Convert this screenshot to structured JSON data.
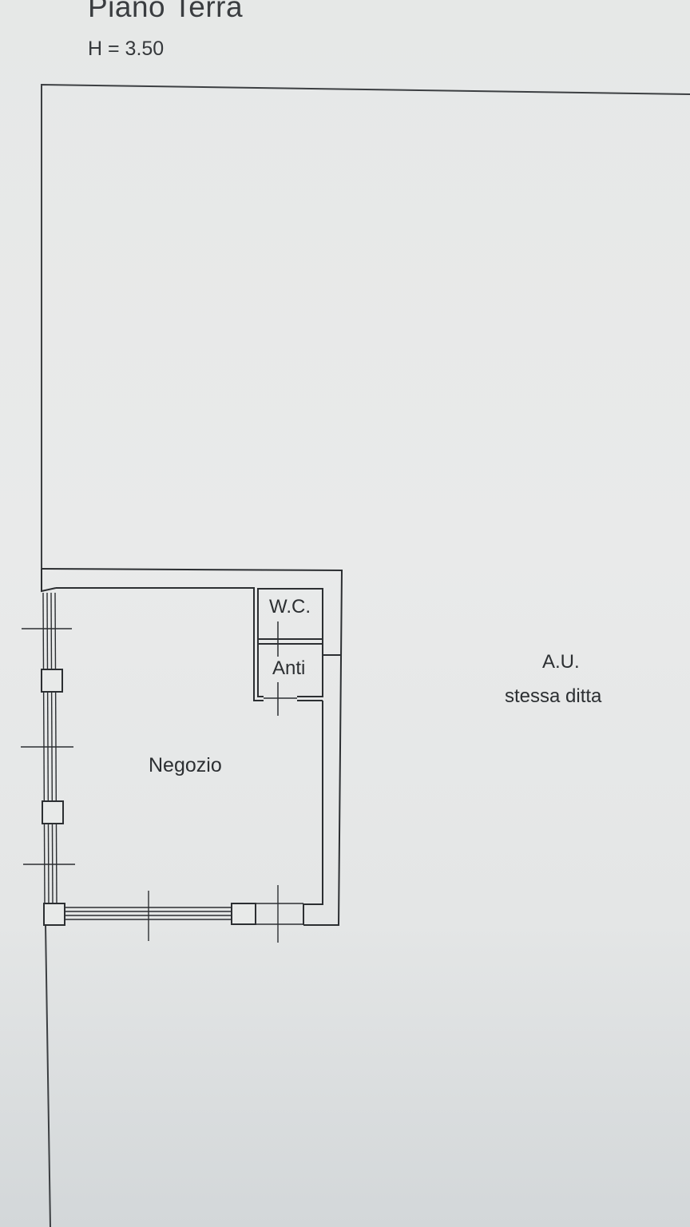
{
  "header": {
    "title": "Piano Terra",
    "height": "H = 3.50"
  },
  "rooms": {
    "shop": "Negozio",
    "wc": "W.C.",
    "anti": "Anti"
  },
  "adjacent": {
    "line1": "A.U.",
    "line2": "stessa ditta"
  },
  "colors": {
    "paper": "#e6e8e7",
    "ink": "#2c2f32"
  }
}
